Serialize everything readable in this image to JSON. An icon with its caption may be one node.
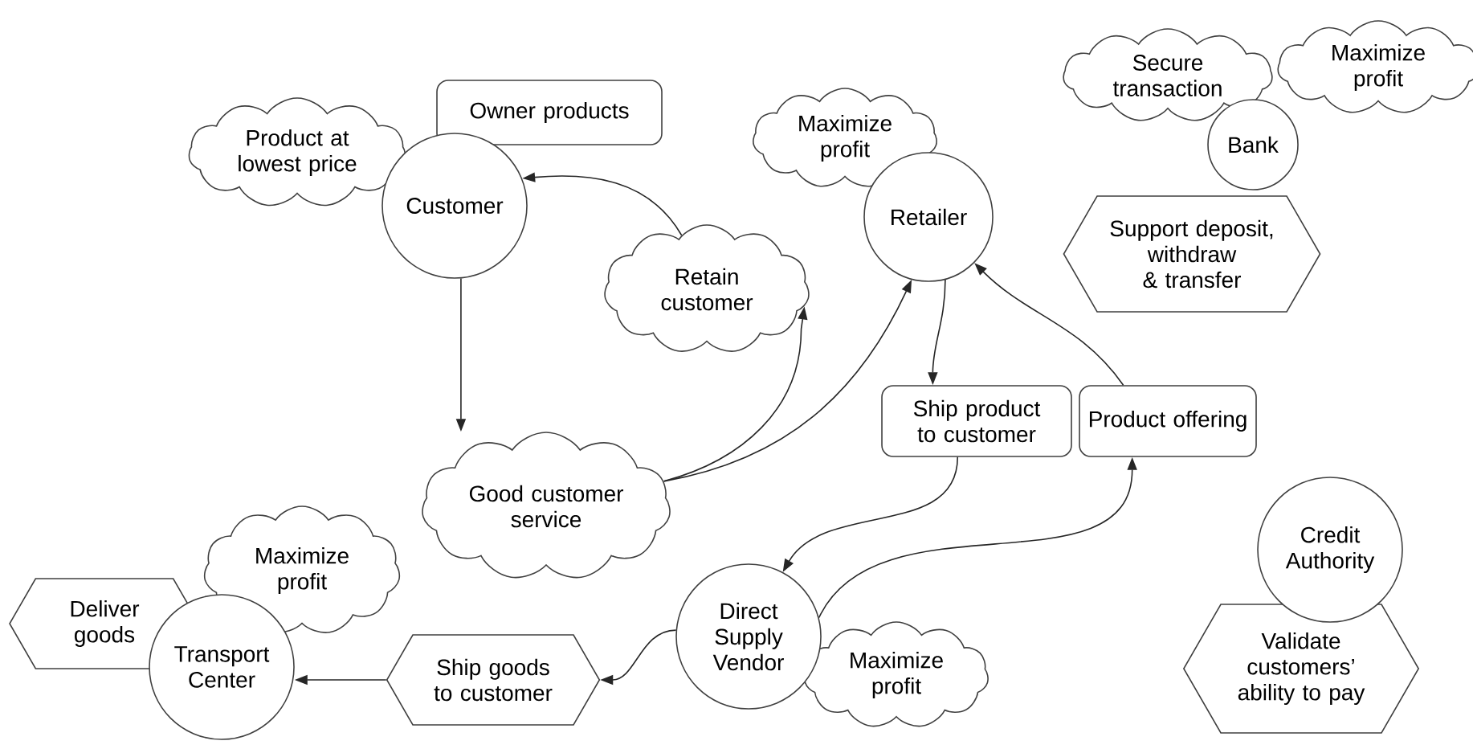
{
  "diagram": {
    "nodes": [
      {
        "text": [
          "Product at lowest price"
        ]
      },
      {
        "text": [
          "Owner products"
        ]
      },
      {
        "text": [
          "Customer"
        ]
      },
      {
        "text": [
          "Retain customer"
        ]
      },
      {
        "text": [
          "Maximize profit"
        ]
      },
      {
        "text": [
          "Retailer"
        ]
      },
      {
        "text": [
          "Secure transaction"
        ]
      },
      {
        "text": [
          "Maximize profit"
        ]
      },
      {
        "text": [
          "Bank"
        ]
      },
      {
        "text": [
          "Support deposit, withdraw & transfer"
        ]
      },
      {
        "text": [
          "Good customer service"
        ]
      },
      {
        "text": [
          "Ship product to customer"
        ]
      },
      {
        "text": [
          "Product offering"
        ]
      },
      {
        "text": [
          "Deliver goods"
        ]
      },
      {
        "text": [
          "Maximize profit"
        ]
      },
      {
        "text": [
          "Transport Center"
        ]
      },
      {
        "text": [
          "Ship goods to customer"
        ]
      },
      {
        "text": [
          "Direct Supply Vendor"
        ]
      },
      {
        "text": [
          "Maximize profit"
        ]
      },
      {
        "text": [
          "Credit Authority"
        ]
      },
      {
        "text": [
          "Validate customers’ ability to pay"
        ]
      }
    ],
    "edges": [
      {
        "from": 2,
        "to": 10,
        "arrow": "to"
      },
      {
        "from": 3,
        "to": 2,
        "arrow": "to"
      },
      {
        "from": 10,
        "to": 5,
        "arrow": "to"
      },
      {
        "from": 10,
        "to": 3,
        "arrow": "to"
      },
      {
        "from": 5,
        "to": 11,
        "arrow": "to"
      },
      {
        "from": 11,
        "to": 17,
        "arrow": "to"
      },
      {
        "from": 17,
        "to": 12,
        "arrow": "to"
      },
      {
        "from": 12,
        "to": 5,
        "arrow": "to"
      },
      {
        "from": 17,
        "to": 16,
        "arrow": "to"
      },
      {
        "from": 16,
        "to": 15,
        "arrow": "to"
      }
    ]
  }
}
